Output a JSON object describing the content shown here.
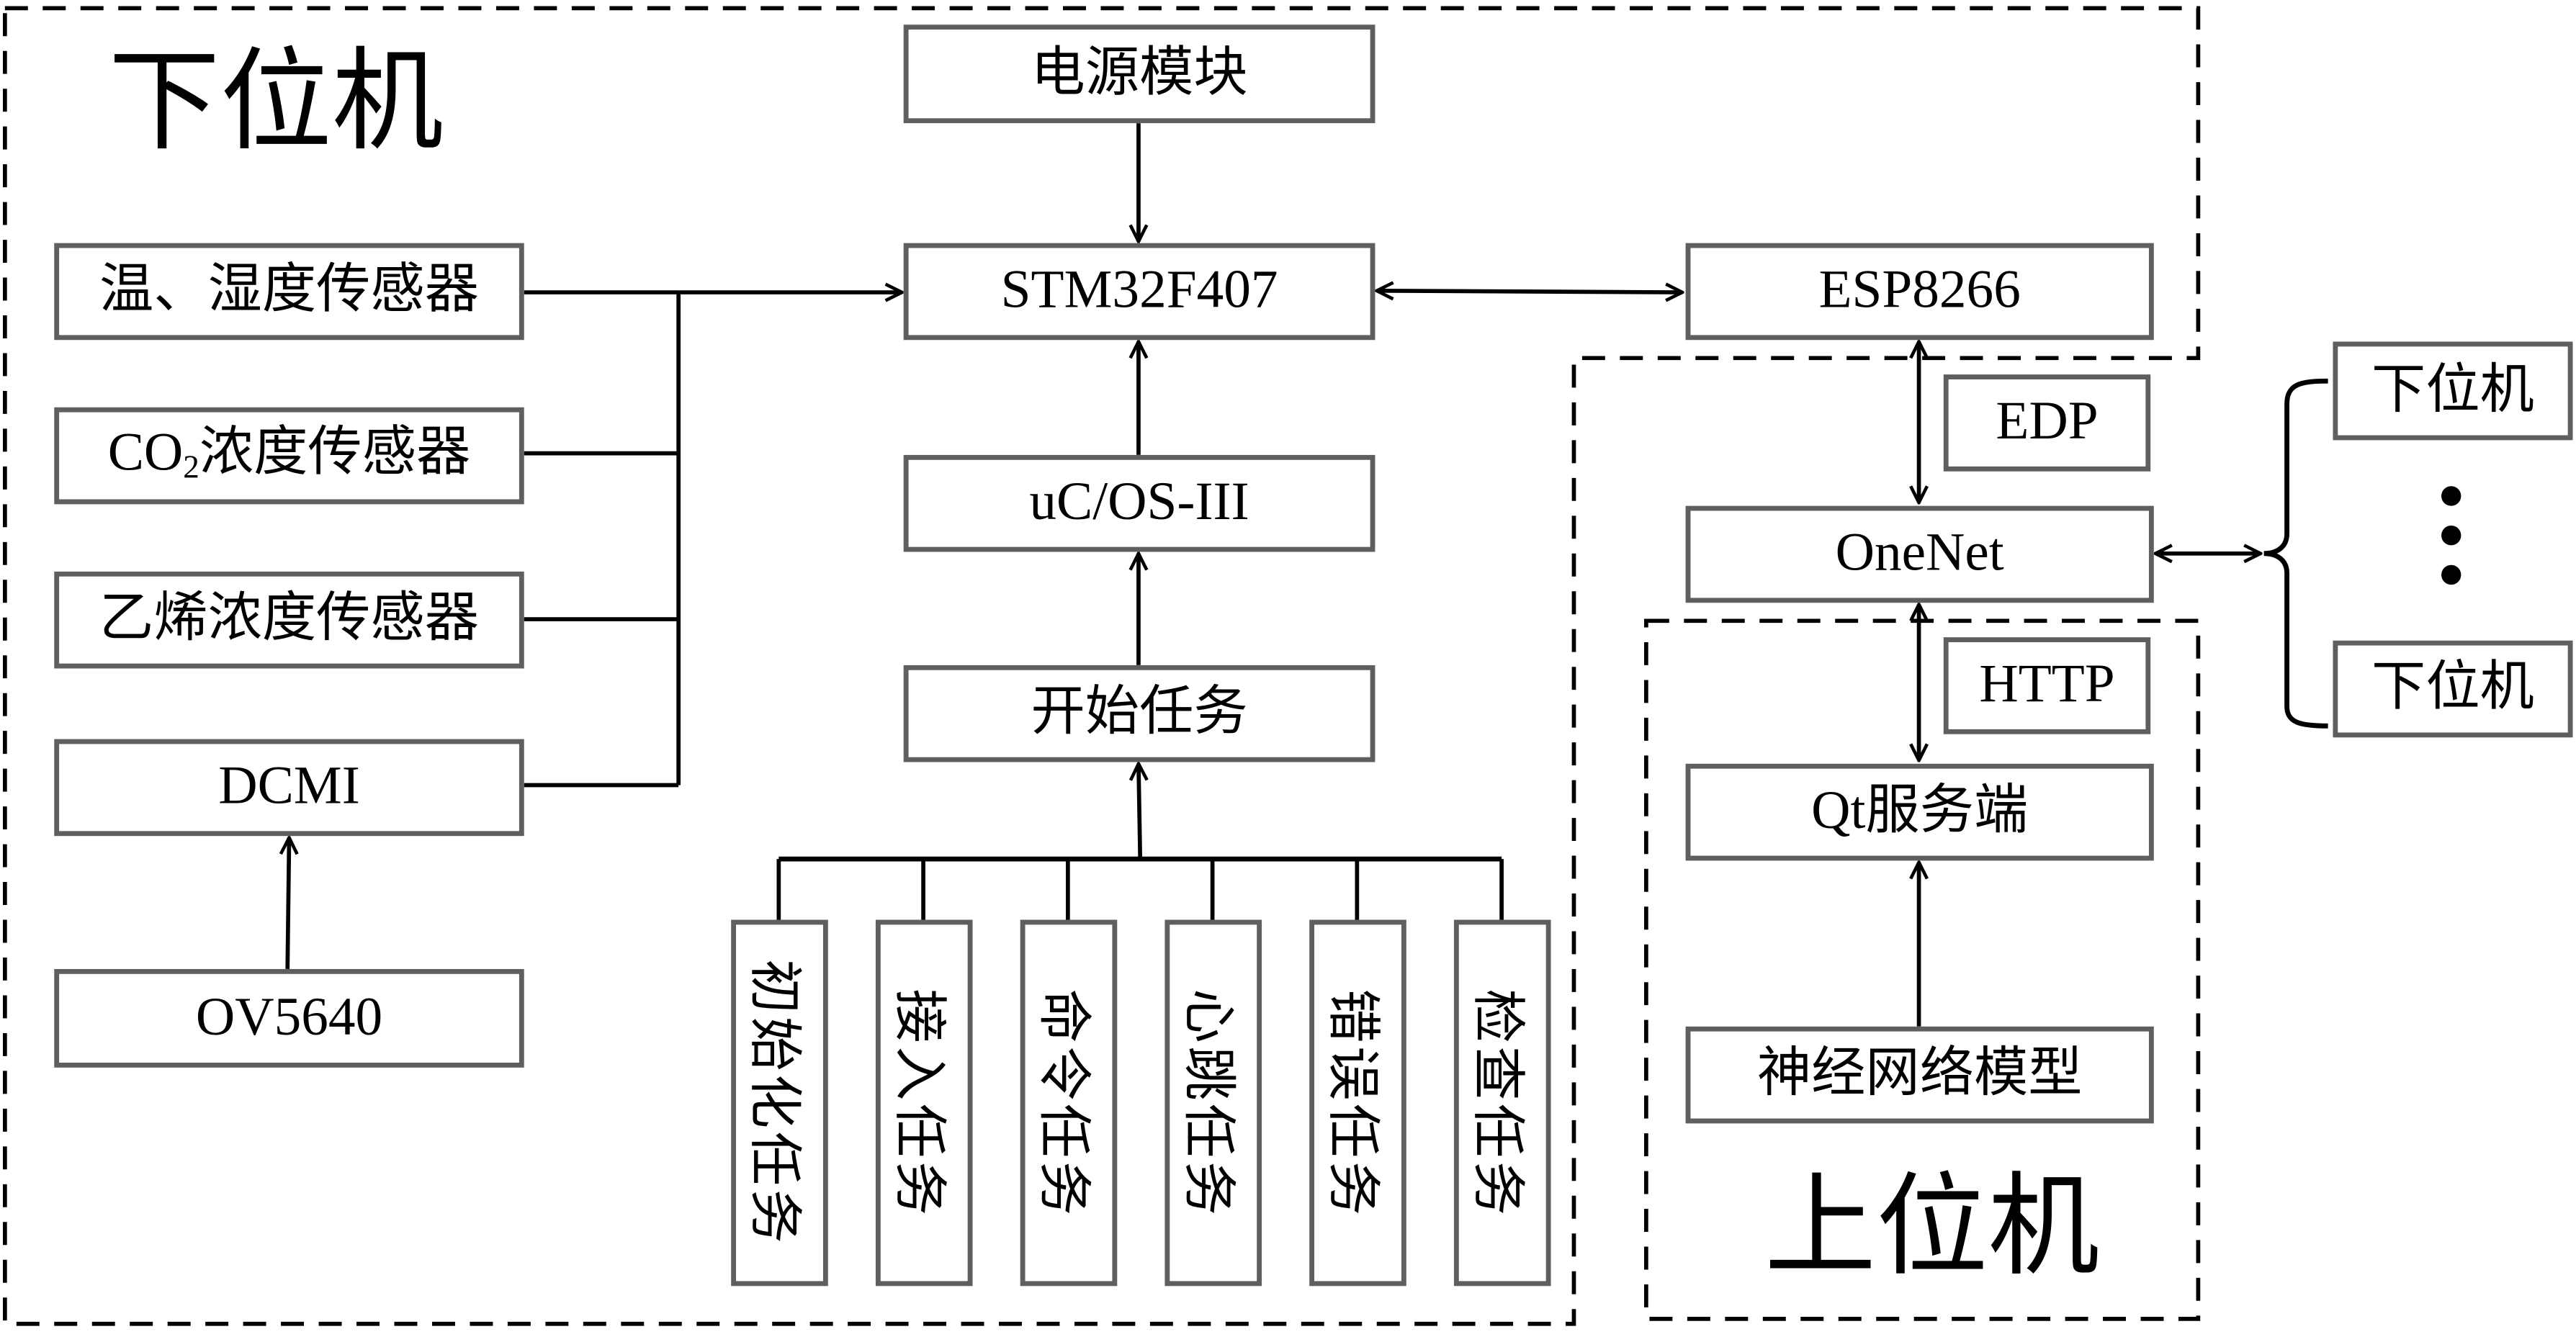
{
  "regions": {
    "lower_machine_title": "下位机",
    "upper_machine_title": "上位机"
  },
  "modules": {
    "power": "电源模块",
    "mcu": "STM32F407",
    "rtos": "uC/OS-III",
    "start_task": "开始任务",
    "wifi": "ESP8266",
    "cloud": "OneNet",
    "qt_server": "Qt服务端",
    "nn_model": "神经网络模型",
    "dcmi": "DCMI",
    "camera": "OV5640"
  },
  "sensors": {
    "temp_humidity": "温、湿度传感器",
    "co2_prefix": "CO",
    "co2_sub": "2",
    "co2_suffix": "浓度传感器",
    "ethylene": "乙烯浓度传感器"
  },
  "tasks": [
    {
      "label": "初始化任务"
    },
    {
      "label": "接入任务"
    },
    {
      "label": "命令任务"
    },
    {
      "label": "心跳任务"
    },
    {
      "label": "错误任务"
    },
    {
      "label": "检查任务"
    }
  ],
  "protocols": {
    "edp": "EDP",
    "http": "HTTP"
  },
  "other_nodes": {
    "node_1": "下位机",
    "node_n": "下位机",
    "ellipsis_icon": "vertical-ellipsis"
  },
  "colors": {
    "box_border": "#5f5f5f",
    "line": "#000000"
  }
}
